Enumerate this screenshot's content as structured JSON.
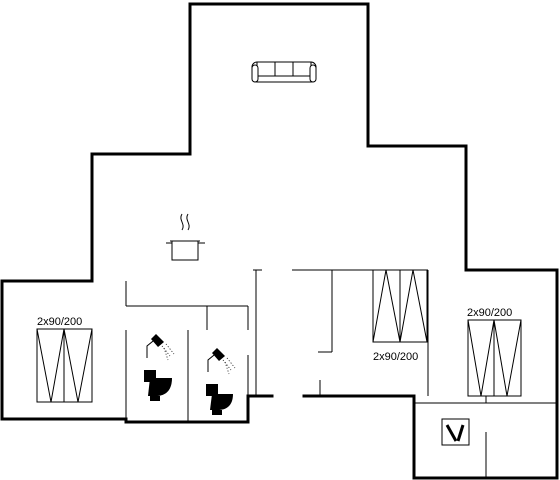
{
  "rooms": {
    "bedroom_left": {
      "bed_label": "2x90/200"
    },
    "bedroom_middle": {
      "bed_label": "2x90/200"
    },
    "bedroom_right": {
      "bed_label": "2x90/200"
    }
  },
  "icons": {
    "sofa": "sofa-icon",
    "kitchen": "cooking-pot-icon",
    "shower": "shower-icon",
    "toilet": "toilet-icon",
    "laundry": "washing-machine-icon"
  },
  "colors": {
    "wall": "#000000",
    "background": "#ffffff"
  }
}
